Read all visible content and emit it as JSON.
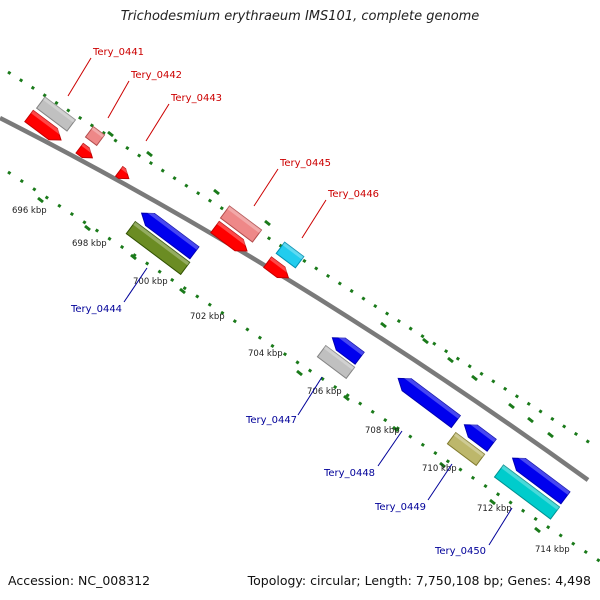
{
  "title": "Trichodesmium erythraeum IMS101, complete genome",
  "accession": "Accession: NC_008312",
  "topology": "Topology: circular; Length: 7,750,108 bp; Genes: 4,498",
  "ticks": [
    "696 kbp",
    "698 kbp",
    "700 kbp",
    "702 kbp",
    "704 kbp",
    "706 kbp",
    "708 kbp",
    "710 kbp",
    "712 kbp",
    "714 kbp"
  ],
  "genes": [
    {
      "label": "Tery_0441",
      "strand": "forward",
      "color": "#cc0000"
    },
    {
      "label": "Tery_0442",
      "strand": "forward",
      "color": "#cc0000"
    },
    {
      "label": "Tery_0443",
      "strand": "forward",
      "color": "#cc0000"
    },
    {
      "label": "Tery_0444",
      "strand": "reverse",
      "color": "#000099"
    },
    {
      "label": "Tery_0445",
      "strand": "forward",
      "color": "#cc0000"
    },
    {
      "label": "Tery_0446",
      "strand": "forward",
      "color": "#cc0000"
    },
    {
      "label": "Tery_0447",
      "strand": "reverse",
      "color": "#000099"
    },
    {
      "label": "Tery_0448",
      "strand": "reverse",
      "color": "#000099"
    },
    {
      "label": "Tery_0449",
      "strand": "reverse",
      "color": "#000099"
    },
    {
      "label": "Tery_0450",
      "strand": "reverse",
      "color": "#000099"
    }
  ],
  "colors": {
    "forward_cds": "#ff0000",
    "forward_rna": "#ee8888",
    "reverse_cds": "#0000ee",
    "backbone": "#7a7a7a",
    "gc_skew": "#1a7a1a",
    "cog_green": "#6b8c23",
    "cog_khaki": "#bdb76b",
    "cog_cyan": "#00cccc",
    "cog_sky": "#22ccee",
    "cog_grey": "#c0c0c0"
  }
}
